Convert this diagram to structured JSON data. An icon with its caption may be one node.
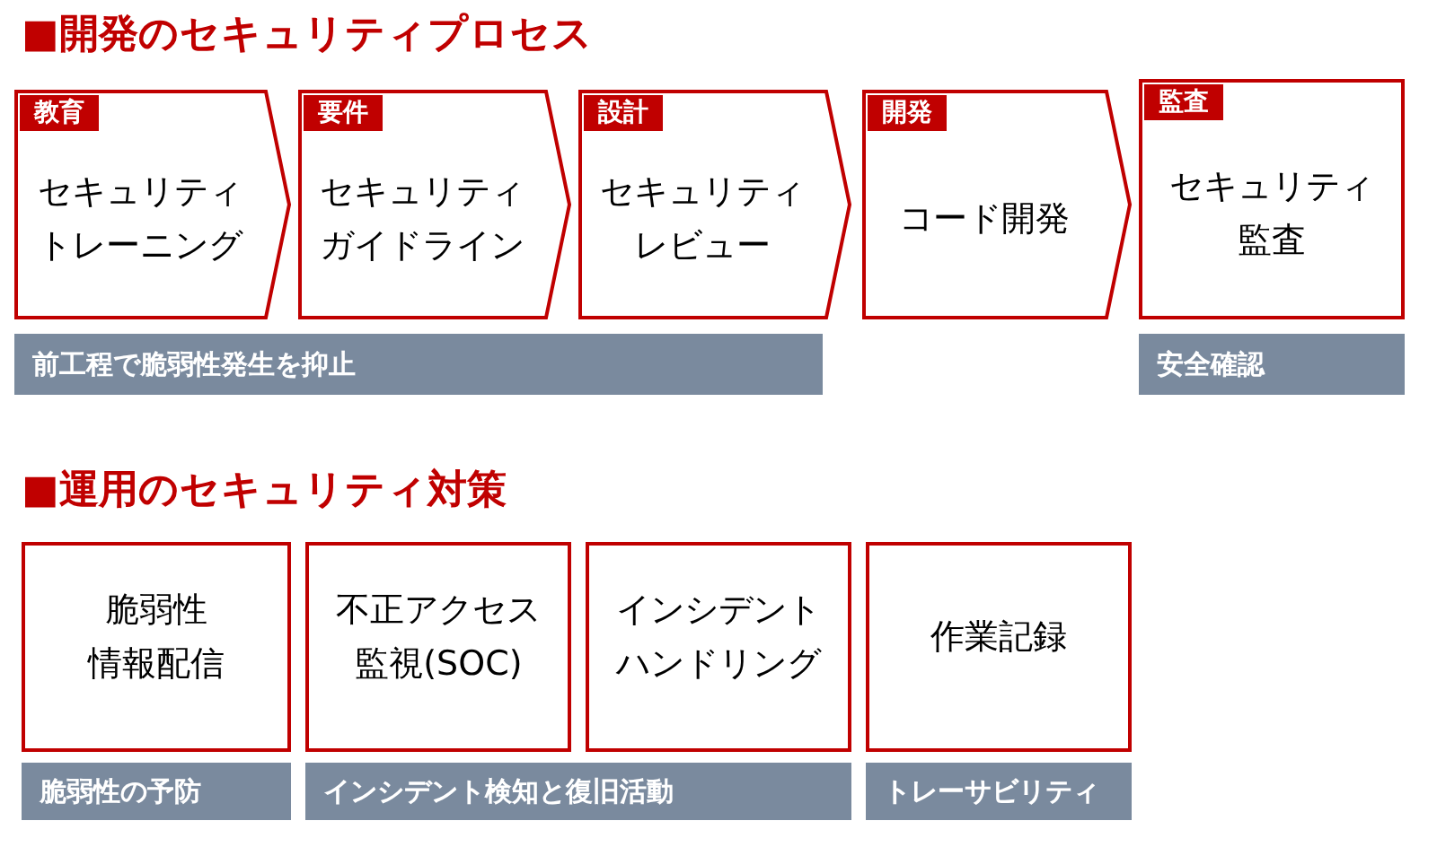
{
  "diagram": {
    "nodes": [
      {
        "text": [
          "教育",
          "セキュリティトレーニング"
        ]
      },
      {
        "text": [
          "要件",
          "セキュリティガイドライン"
        ]
      },
      {
        "text": [
          "設計",
          "セキュリティレビュー"
        ]
      },
      {
        "text": [
          "開発",
          "コード開発"
        ]
      },
      {
        "text": [
          "監査",
          "セキュリティ監査"
        ]
      },
      {
        "text": [
          "前工程で脆弱性発生を抑止"
        ]
      },
      {
        "text": [
          "安全確認"
        ]
      },
      {
        "text": [
          "脆弱性情報配信"
        ]
      },
      {
        "text": [
          "不正アクセス監視(SOC)"
        ]
      },
      {
        "text": [
          "インシデントハンドリング"
        ]
      },
      {
        "text": [
          "作業記録"
        ]
      },
      {
        "text": [
          "脆弱性の予防"
        ]
      },
      {
        "text": [
          "インシデント検知と復旧活動"
        ]
      },
      {
        "text": [
          "トレーサビリティ"
        ]
      }
    ],
    "labels": [
      "■開発のセキュリティプロセス",
      "■運用のセキュリティ対策"
    ]
  }
}
